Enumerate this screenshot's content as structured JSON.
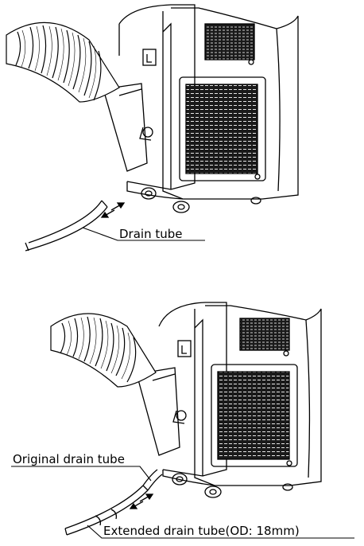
{
  "figure1": {
    "label": "Drain tube"
  },
  "figure2": {
    "label_original": "Original drain tube",
    "label_extended": "Extended drain tube(OD: 18mm)"
  }
}
